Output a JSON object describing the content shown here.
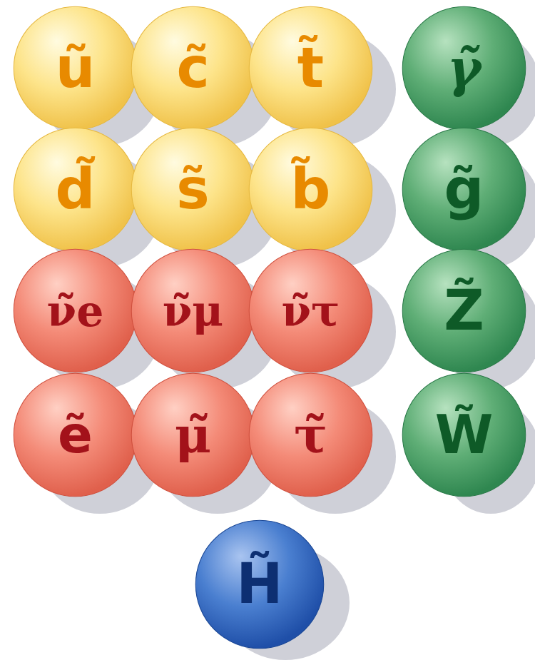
{
  "diagram": {
    "nodes": [
      {
        "text": [
          "ũ"
        ]
      },
      {
        "text": [
          "c̃"
        ]
      },
      {
        "text": [
          "t̃"
        ]
      },
      {
        "text": [
          "γ̃"
        ]
      },
      {
        "text": [
          "d̃"
        ]
      },
      {
        "text": [
          "s̃"
        ]
      },
      {
        "text": [
          "b̃"
        ]
      },
      {
        "text": [
          "g̃"
        ]
      },
      {
        "text": [
          "ν̃e"
        ]
      },
      {
        "text": [
          "ν̃μ"
        ]
      },
      {
        "text": [
          "ν̃τ"
        ]
      },
      {
        "text": [
          "Z̃"
        ]
      },
      {
        "text": [
          "ẽ"
        ]
      },
      {
        "text": [
          "μ̃"
        ]
      },
      {
        "text": [
          "τ̃"
        ]
      },
      {
        "text": [
          "W̃"
        ]
      },
      {
        "text": [
          "H̃"
        ]
      }
    ]
  }
}
